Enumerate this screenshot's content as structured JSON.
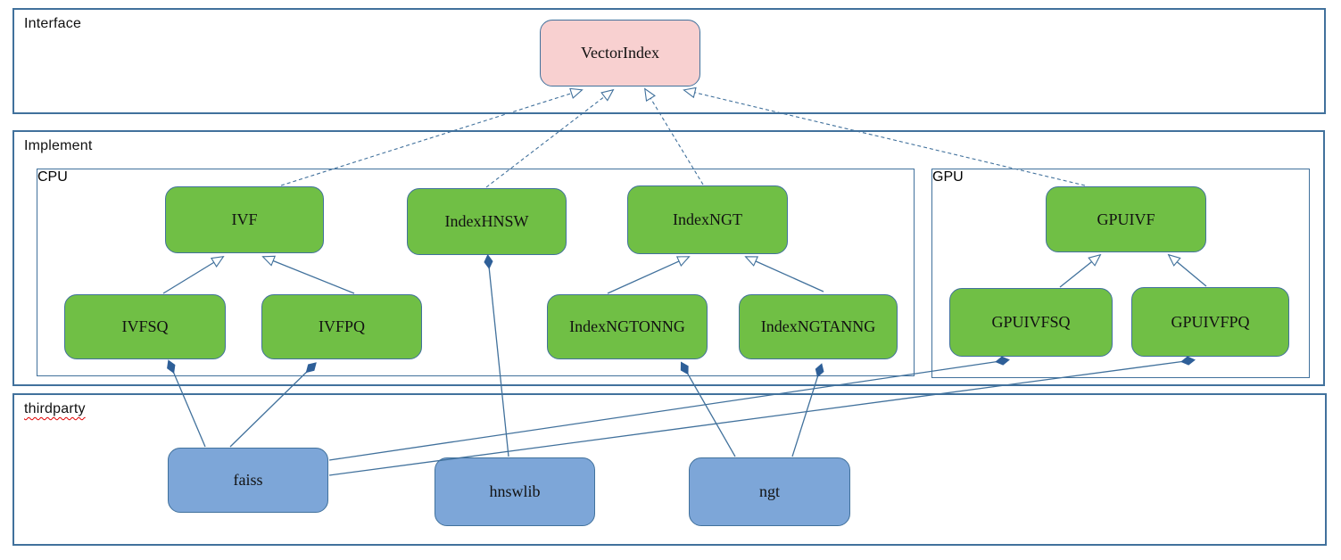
{
  "colors": {
    "border": "#41719c",
    "line": "#41719c",
    "green": "#70bf45",
    "pink": "#f8d0d0",
    "blue": "#7da6d8",
    "squiggle": "#e00000"
  },
  "containers": {
    "interface": {
      "label": "Interface"
    },
    "implement": {
      "label": "Implement"
    },
    "cpu": {
      "label": "CPU"
    },
    "gpu": {
      "label": "GPU"
    },
    "thirdparty": {
      "label": "thirdparty"
    }
  },
  "nodes": {
    "vectorindex": {
      "label": "VectorIndex",
      "kind": "interface"
    },
    "ivf": {
      "label": "IVF",
      "kind": "implement-cpu"
    },
    "indexhnsw": {
      "label": "IndexHNSW",
      "kind": "implement-cpu"
    },
    "indexngt": {
      "label": "IndexNGT",
      "kind": "implement-cpu"
    },
    "gpuivf": {
      "label": "GPUIVF",
      "kind": "implement-gpu"
    },
    "ivfsq": {
      "label": "IVFSQ",
      "kind": "implement-cpu"
    },
    "ivfpq": {
      "label": "IVFPQ",
      "kind": "implement-cpu"
    },
    "indexngtonng": {
      "label": "IndexNGTONNG",
      "kind": "implement-cpu"
    },
    "indexngtanng": {
      "label": "IndexNGTANNG",
      "kind": "implement-cpu"
    },
    "gpuivfsq": {
      "label": "GPUIVFSQ",
      "kind": "implement-gpu"
    },
    "gpuivfpq": {
      "label": "GPUIVFPQ",
      "kind": "implement-gpu"
    },
    "faiss": {
      "label": "faiss",
      "kind": "thirdparty"
    },
    "hnswlib": {
      "label": "hnswlib",
      "kind": "thirdparty"
    },
    "ngt": {
      "label": "ngt",
      "kind": "thirdparty"
    }
  },
  "edges": [
    {
      "from": "ivf",
      "to": "vectorindex",
      "type": "realization",
      "points": [
        [
          315,
          208
        ],
        [
          652,
          101
        ]
      ]
    },
    {
      "from": "indexhnsw",
      "to": "vectorindex",
      "type": "realization",
      "points": [
        [
          545,
          210
        ],
        [
          687,
          101
        ]
      ]
    },
    {
      "from": "indexngt",
      "to": "vectorindex",
      "type": "realization",
      "points": [
        [
          788,
          207
        ],
        [
          723,
          100
        ]
      ]
    },
    {
      "from": "gpuivf",
      "to": "vectorindex",
      "type": "realization",
      "points": [
        [
          1216,
          208
        ],
        [
          767,
          101
        ]
      ]
    },
    {
      "from": "ivfsq",
      "to": "ivf",
      "type": "inheritance",
      "points": [
        [
          183,
          329
        ],
        [
          250,
          288
        ]
      ]
    },
    {
      "from": "ivfpq",
      "to": "ivf",
      "type": "inheritance",
      "points": [
        [
          397,
          329
        ],
        [
          295,
          288
        ]
      ]
    },
    {
      "from": "indexngtonng",
      "to": "indexngt",
      "type": "inheritance",
      "points": [
        [
          681,
          329
        ],
        [
          772,
          288
        ]
      ]
    },
    {
      "from": "indexngtanng",
      "to": "indexngt",
      "type": "inheritance",
      "points": [
        [
          923,
          327
        ],
        [
          836,
          288
        ]
      ]
    },
    {
      "from": "gpuivfsq",
      "to": "gpuivf",
      "type": "inheritance",
      "points": [
        [
          1188,
          322
        ],
        [
          1233,
          286
        ]
      ]
    },
    {
      "from": "gpuivfpq",
      "to": "gpuivf",
      "type": "inheritance",
      "points": [
        [
          1352,
          321
        ],
        [
          1310,
          286
        ]
      ]
    },
    {
      "from": "faiss",
      "to": "ivfsq",
      "type": "composition",
      "points": [
        [
          230,
          501
        ],
        [
          190,
          407
        ]
      ]
    },
    {
      "from": "faiss",
      "to": "ivfpq",
      "type": "composition",
      "points": [
        [
          258,
          501
        ],
        [
          352,
          409
        ]
      ]
    },
    {
      "from": "hnswlib",
      "to": "indexhnsw",
      "type": "composition",
      "points": [
        [
          570,
          512
        ],
        [
          547,
          289
        ]
      ]
    },
    {
      "from": "ngt",
      "to": "indexngtonng",
      "type": "composition",
      "points": [
        [
          824,
          512
        ],
        [
          765,
          409
        ]
      ]
    },
    {
      "from": "ngt",
      "to": "indexngtanng",
      "type": "composition",
      "points": [
        [
          888,
          512
        ],
        [
          920,
          411
        ]
      ]
    },
    {
      "from": "faiss",
      "to": "gpuivfsq",
      "type": "composition",
      "points": [
        [
          369,
          516
        ],
        [
          1128,
          404
        ]
      ]
    },
    {
      "from": "faiss",
      "to": "gpuivfpq",
      "type": "composition",
      "points": [
        [
          369,
          533
        ],
        [
          1336,
          404
        ]
      ]
    }
  ]
}
